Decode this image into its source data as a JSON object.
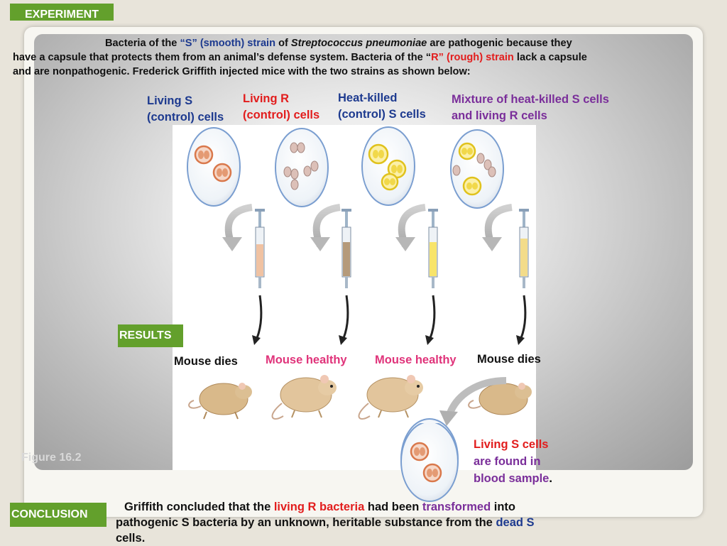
{
  "tags": {
    "experiment": "EXPERIMENT",
    "results": "RESULTS",
    "conclusion": "CONCLUSION"
  },
  "intro": {
    "p1": "Bacteria of the ",
    "s_strain": "“S” (smooth) strain",
    "p2": " of ",
    "species": "Streptococcus pneumoniae",
    "p3": " are pathogenic because they",
    "p4": "have a capsule that protects them from an animal’s defense system. Bacteria of the “",
    "r_letter": "R",
    "r_strain": "” (rough) strain",
    "p5": " lack a capsule",
    "p6": "and are nonpathogenic. Frederick Griffith injected mice with the two strains as shown below:"
  },
  "columns": [
    {
      "line1": "Living S",
      "line2": "(control) cells",
      "result": "Mouse dies",
      "color": "#1d3a8f",
      "result_color": "#111111"
    },
    {
      "line1": "Living R",
      "line2": "(control) cells",
      "result": "Mouse healthy",
      "color": "#e21d1d",
      "result_color": "#e0337a"
    },
    {
      "line1": "Heat-killed",
      "line2": "(control) S cells",
      "result": "Mouse healthy",
      "color": "#1d3a8f",
      "result_color": "#e0337a"
    },
    {
      "line1": "Mixture of heat-killed S cells",
      "line2": "and living R cells",
      "result": "Mouse dies",
      "color": "#7a2e9a",
      "result_color": "#111111"
    }
  ],
  "found": {
    "line1": "Living S cells",
    "line2": "are found in",
    "line3": "blood sample",
    "period": "."
  },
  "figure_caption": "Figure 16.2",
  "conclusion": {
    "c1": "Griffith concluded that the ",
    "c2": "living R bacteria",
    "c3": " had been ",
    "c4": "transformed",
    "c5": " into",
    "c6": "pathogenic S bacteria by an unknown, heritable substance from the ",
    "c7": "dead S",
    "c8": "cells."
  },
  "colors": {
    "tag_green": "#63a02c",
    "blue_text": "#1d3a8f",
    "red_text": "#e21d1d",
    "purple_text": "#7a2e9a",
    "pink_text": "#e0337a"
  }
}
